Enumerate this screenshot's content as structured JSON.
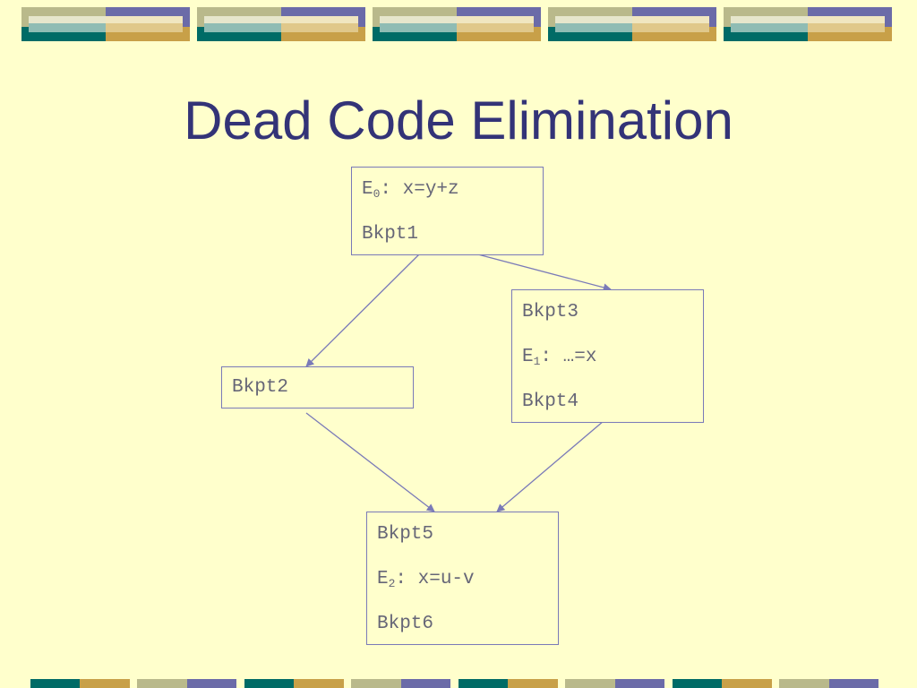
{
  "title": "Dead Code Elimination",
  "colors": {
    "background": "#ffffcc",
    "title": "#333377",
    "edge": "#7a7ab8",
    "node_text": "#666677"
  },
  "nodes": {
    "n1": {
      "e_label": "E",
      "e_sub": "0",
      "e_rest": ": x=y+z",
      "bkpt": "Bkpt1"
    },
    "n2": {
      "bkpt": "Bkpt2"
    },
    "n3": {
      "bkpt_top": "Bkpt3",
      "e_label": "E",
      "e_sub": "1",
      "e_rest": ": …=x",
      "bkpt_bottom": "Bkpt4"
    },
    "n4": {
      "bkpt_top": "Bkpt5",
      "e_label": "E",
      "e_sub": "2",
      "e_rest": ": x=u-v",
      "bkpt_bottom": "Bkpt6"
    }
  }
}
